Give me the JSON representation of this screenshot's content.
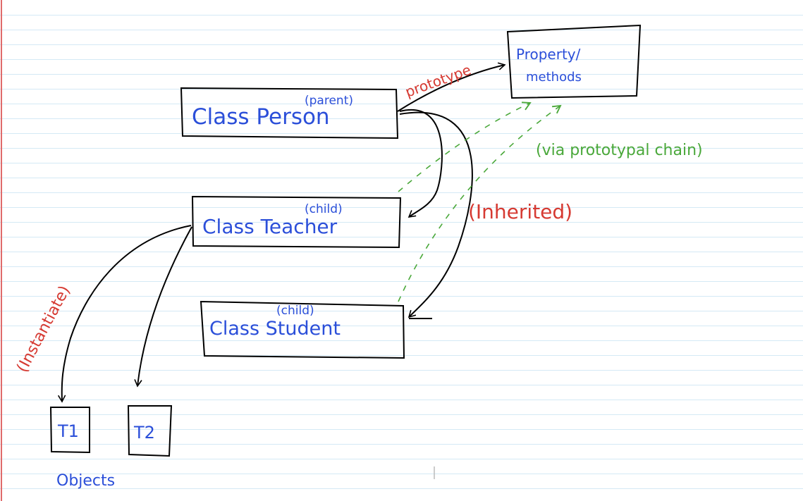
{
  "nodes": {
    "person": {
      "label": "Class Person",
      "tag": "(parent)"
    },
    "teacher": {
      "label": "Class Teacher",
      "tag": "(child)"
    },
    "student": {
      "label": "Class Student",
      "tag": "(child)"
    },
    "methods": {
      "line1": "Property/",
      "line2": "methods"
    },
    "t1": {
      "label": "T1"
    },
    "t2": {
      "label": "T2"
    }
  },
  "labels": {
    "prototype": "prototype",
    "inherited": "(Inherited)",
    "chain": "(via prototypal chain)",
    "instantiate": "(Instantiate)",
    "objects": "Objects"
  },
  "colors": {
    "ink": "#000000",
    "class_text": "#2b4fd9",
    "relation_red": "#d63a32",
    "chain_green": "#4aa83a",
    "ruled_line": "#d4e9f5",
    "margin_line": "#e06a6a"
  }
}
